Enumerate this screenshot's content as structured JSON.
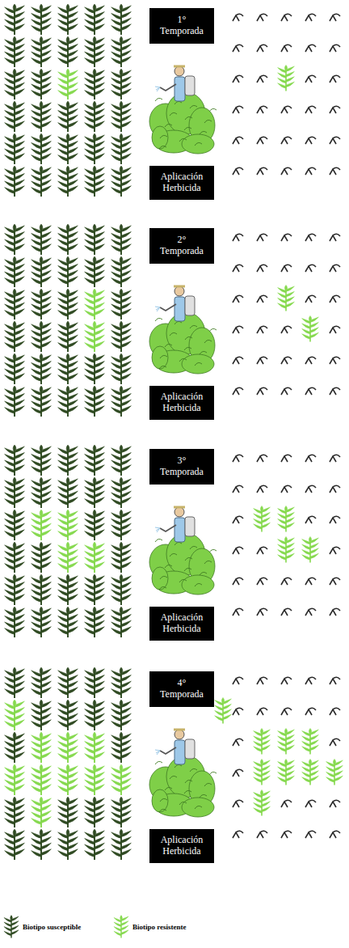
{
  "diagram": {
    "nodes": [
      {
        "text": [
          "1° Temporada"
        ]
      },
      {
        "text": [
          "Aplicación Herbicida"
        ]
      },
      {
        "text": [
          "2° Temporada"
        ]
      },
      {
        "text": [
          "Aplicación Herbicida"
        ]
      },
      {
        "text": [
          "3° Temporada"
        ]
      },
      {
        "text": [
          "Aplicación Herbicida"
        ]
      },
      {
        "text": [
          "4° Temporada"
        ]
      },
      {
        "text": [
          "Aplicación Herbicida"
        ]
      }
    ],
    "legend": [
      {
        "text": "Biotipo susceptible"
      },
      {
        "text": "Biotipo resistente"
      }
    ]
  }
}
